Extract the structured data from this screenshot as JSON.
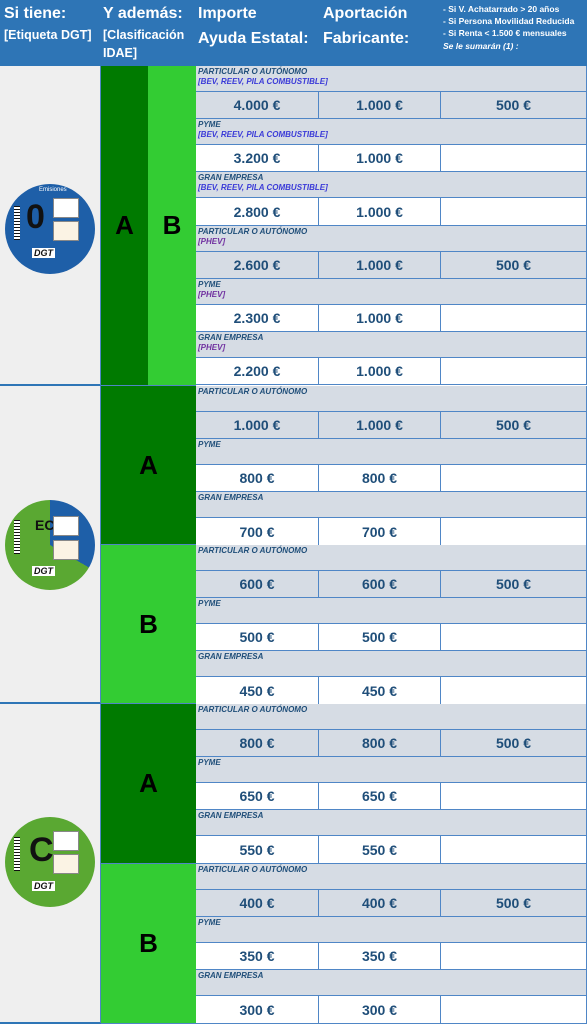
{
  "header": {
    "col1": [
      "Si tiene:",
      "[Etiqueta DGT]"
    ],
    "col2": [
      "Y además:",
      "[Clasificación",
      "IDAE]"
    ],
    "col3": [
      "Importe",
      "Ayuda Estatal:"
    ],
    "col4": [
      "Aportación",
      "Fabricante:"
    ],
    "col5": [
      "- Si V. Achatarrado  > 20 años",
      "- Si Persona Movilidad Reducida",
      "- Si Renta < 1.500 € mensuales",
      "Se le sumarán (1) :"
    ]
  },
  "labels": {
    "particular": "PARTICULAR O AUTÓNOMO",
    "pyme": "PYME",
    "gran": "GRAN EMPRESA",
    "bev": "[BEV, REEV, PILA COMBUSTIBLE]",
    "phev": "[PHEV]"
  },
  "badges": {
    "cero": {
      "letter": "0",
      "top_text": "Emisiones",
      "dgt": "DGT"
    },
    "eco": {
      "letter": "ECO",
      "dgt": "DGT"
    },
    "c": {
      "letter": "C",
      "dgt": "DGT"
    }
  },
  "colors": {
    "header": "#2e75b6",
    "dark_green": "#007a00",
    "light_green": "#33cc33",
    "text": "#1f4e79",
    "label_cell": "#d6dce4"
  },
  "rows": {
    "cero": [
      {
        "label": "PARTICULAR O AUTÓNOMO",
        "sub": "[BEV, REEV, PILA COMBUSTIBLE]",
        "importe": "4.000 €",
        "fabricante": "1.000 €",
        "extra": "500 €"
      },
      {
        "label": "PYME",
        "sub": "[BEV, REEV, PILA COMBUSTIBLE]",
        "importe": "3.200 €",
        "fabricante": "1.000 €",
        "extra": ""
      },
      {
        "label": "GRAN EMPRESA",
        "sub": "[BEV, REEV, PILA COMBUSTIBLE]",
        "importe": "2.800 €",
        "fabricante": "1.000 €",
        "extra": ""
      },
      {
        "label": "PARTICULAR O AUTÓNOMO",
        "sub": "[PHEV]",
        "importe": "2.600 €",
        "fabricante": "1.000 €",
        "extra": "500 €"
      },
      {
        "label": "PYME",
        "sub": "[PHEV]",
        "importe": "2.300 €",
        "fabricante": "1.000 €",
        "extra": ""
      },
      {
        "label": "GRAN EMPRESA",
        "sub": "[PHEV]",
        "importe": "2.200 €",
        "fabricante": "1.000 €",
        "extra": ""
      }
    ],
    "eco_a": [
      {
        "label": "PARTICULAR O AUTÓNOMO",
        "importe": "1.000 €",
        "fabricante": "1.000 €",
        "extra": "500 €"
      },
      {
        "label": "PYME",
        "importe": "800 €",
        "fabricante": "800 €",
        "extra": ""
      },
      {
        "label": "GRAN EMPRESA",
        "importe": "700 €",
        "fabricante": "700 €",
        "extra": ""
      }
    ],
    "eco_b": [
      {
        "label": "PARTICULAR O AUTÓNOMO",
        "importe": "600 €",
        "fabricante": "600 €",
        "extra": "500 €"
      },
      {
        "label": "PYME",
        "importe": "500 €",
        "fabricante": "500 €",
        "extra": ""
      },
      {
        "label": "GRAN EMPRESA",
        "importe": "450 €",
        "fabricante": "450 €",
        "extra": ""
      }
    ],
    "c_a": [
      {
        "label": "PARTICULAR O AUTÓNOMO",
        "importe": "800 €",
        "fabricante": "800 €",
        "extra": "500 €"
      },
      {
        "label": "PYME",
        "importe": "650 €",
        "fabricante": "650 €",
        "extra": ""
      },
      {
        "label": "GRAN EMPRESA",
        "importe": "550 €",
        "fabricante": "550 €",
        "extra": ""
      }
    ],
    "c_b": [
      {
        "label": "PARTICULAR O AUTÓNOMO",
        "importe": "400 €",
        "fabricante": "400 €",
        "extra": "500 €"
      },
      {
        "label": "PYME",
        "importe": "350 €",
        "fabricante": "350 €",
        "extra": ""
      },
      {
        "label": "GRAN EMPRESA",
        "importe": "300 €",
        "fabricante": "300 €",
        "extra": ""
      }
    ]
  },
  "classes": {
    "a": "A",
    "b": "B"
  }
}
